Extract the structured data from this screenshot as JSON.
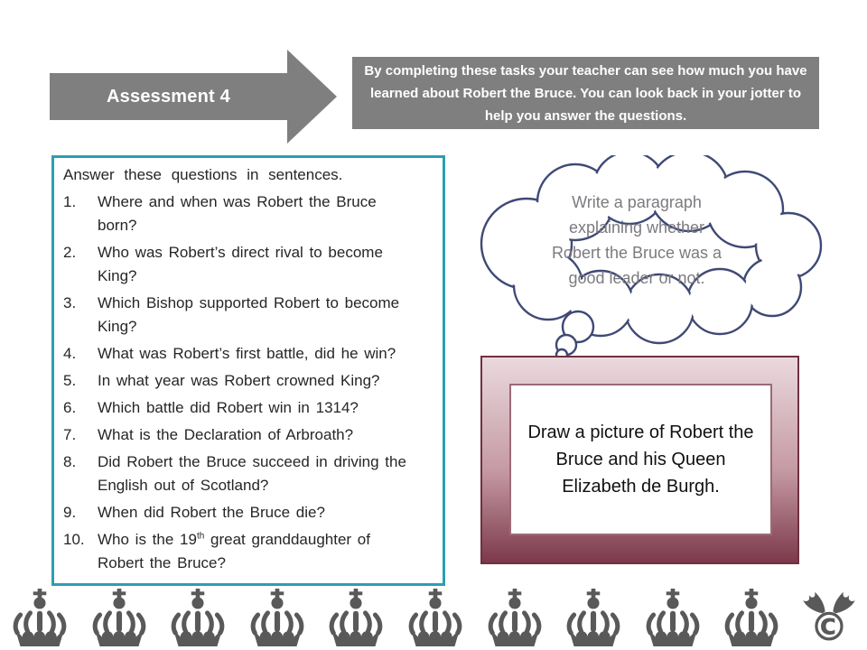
{
  "arrow": {
    "label": "Assessment 4"
  },
  "info_box": {
    "text": "By completing these tasks your teacher can see how much you have learned about Robert the Bruce. You can look back in your jotter to help you answer the questions."
  },
  "questions": {
    "intro": "Answer these questions in sentences.",
    "items": [
      {
        "num": "1.",
        "lines": [
          "Where and when was Robert the Bruce",
          "born?"
        ]
      },
      {
        "num": "2.",
        "lines": [
          "Who was Robert’s direct rival to become",
          "King?"
        ]
      },
      {
        "num": "3.",
        "lines": [
          "Which Bishop supported Robert to become",
          "King?"
        ]
      },
      {
        "num": "4.",
        "lines": [
          "What was Robert’s first battle, did he win?"
        ]
      },
      {
        "num": "5.",
        "lines": [
          "In what year was Robert crowned King?"
        ]
      },
      {
        "num": "6.",
        "lines": [
          "Which battle did Robert win in 1314?"
        ]
      },
      {
        "num": "7.",
        "lines": [
          "What is the Declaration of Arbroath?"
        ]
      },
      {
        "num": "8.",
        "lines": [
          "Did Robert the Bruce succeed in driving the",
          "English out of Scotland?"
        ]
      },
      {
        "num": "9.",
        "lines": [
          "When did Robert the Bruce die?"
        ]
      },
      {
        "num": "10.",
        "line1_pre": "Who is the 19",
        "line1_sup": "th",
        "line1_post": " great granddaughter of",
        "line2": "Robert the Bruce?"
      }
    ]
  },
  "thought_bubble": {
    "lines": [
      "Write a paragraph",
      "explaining whether",
      "Robert the Bruce was a",
      "good leader or not."
    ]
  },
  "draw_box": {
    "text": "Draw a picture of Robert the Bruce and his Queen Elizabeth de Burgh."
  },
  "footer": {
    "crown_icon_name": "crown-icon",
    "crown_count": 10,
    "logo_icon_name": "moose-copyright-logo"
  },
  "colors": {
    "shape_gray": "#7f7f7f",
    "question_border_teal": "#2e9db5",
    "maroon_dark": "#7c394b",
    "maroon_light": "#ead9de",
    "cloud_outline": "#3f4975",
    "cloud_text_gray": "#7b7b80",
    "icon_gray": "#595959"
  }
}
